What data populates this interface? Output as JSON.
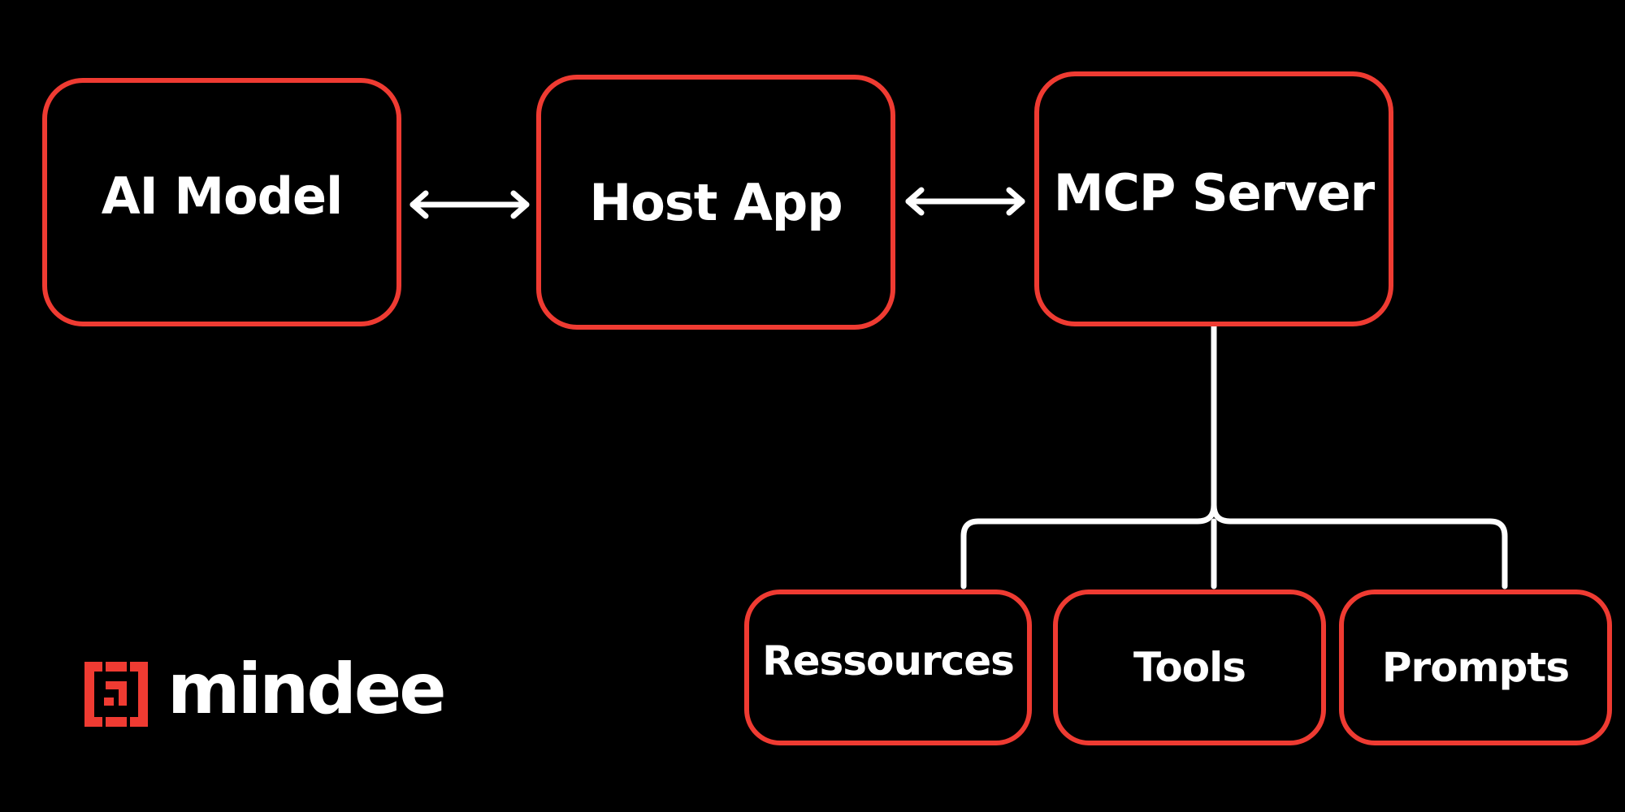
{
  "diagram": {
    "nodes": {
      "ai_model": "AI Model",
      "host_app": "Host App",
      "mcp_server": "MCP Server",
      "resources": "Ressources",
      "tools": "Tools",
      "prompts": "Prompts"
    },
    "edges": [
      {
        "from": "ai_model",
        "to": "host_app",
        "type": "bidirectional-arrow"
      },
      {
        "from": "host_app",
        "to": "mcp_server",
        "type": "bidirectional-arrow"
      },
      {
        "from": "mcp_server",
        "to": "resources",
        "type": "branch"
      },
      {
        "from": "mcp_server",
        "to": "tools",
        "type": "branch"
      },
      {
        "from": "mcp_server",
        "to": "prompts",
        "type": "branch"
      }
    ]
  },
  "brand": {
    "name": "mindee",
    "icon": "mindee-logo-icon"
  },
  "colors": {
    "background": "#000000",
    "node_border": "#ef3b32",
    "text": "#ffffff",
    "connector": "#ffffff",
    "logo_mark": "#ef3b32"
  }
}
